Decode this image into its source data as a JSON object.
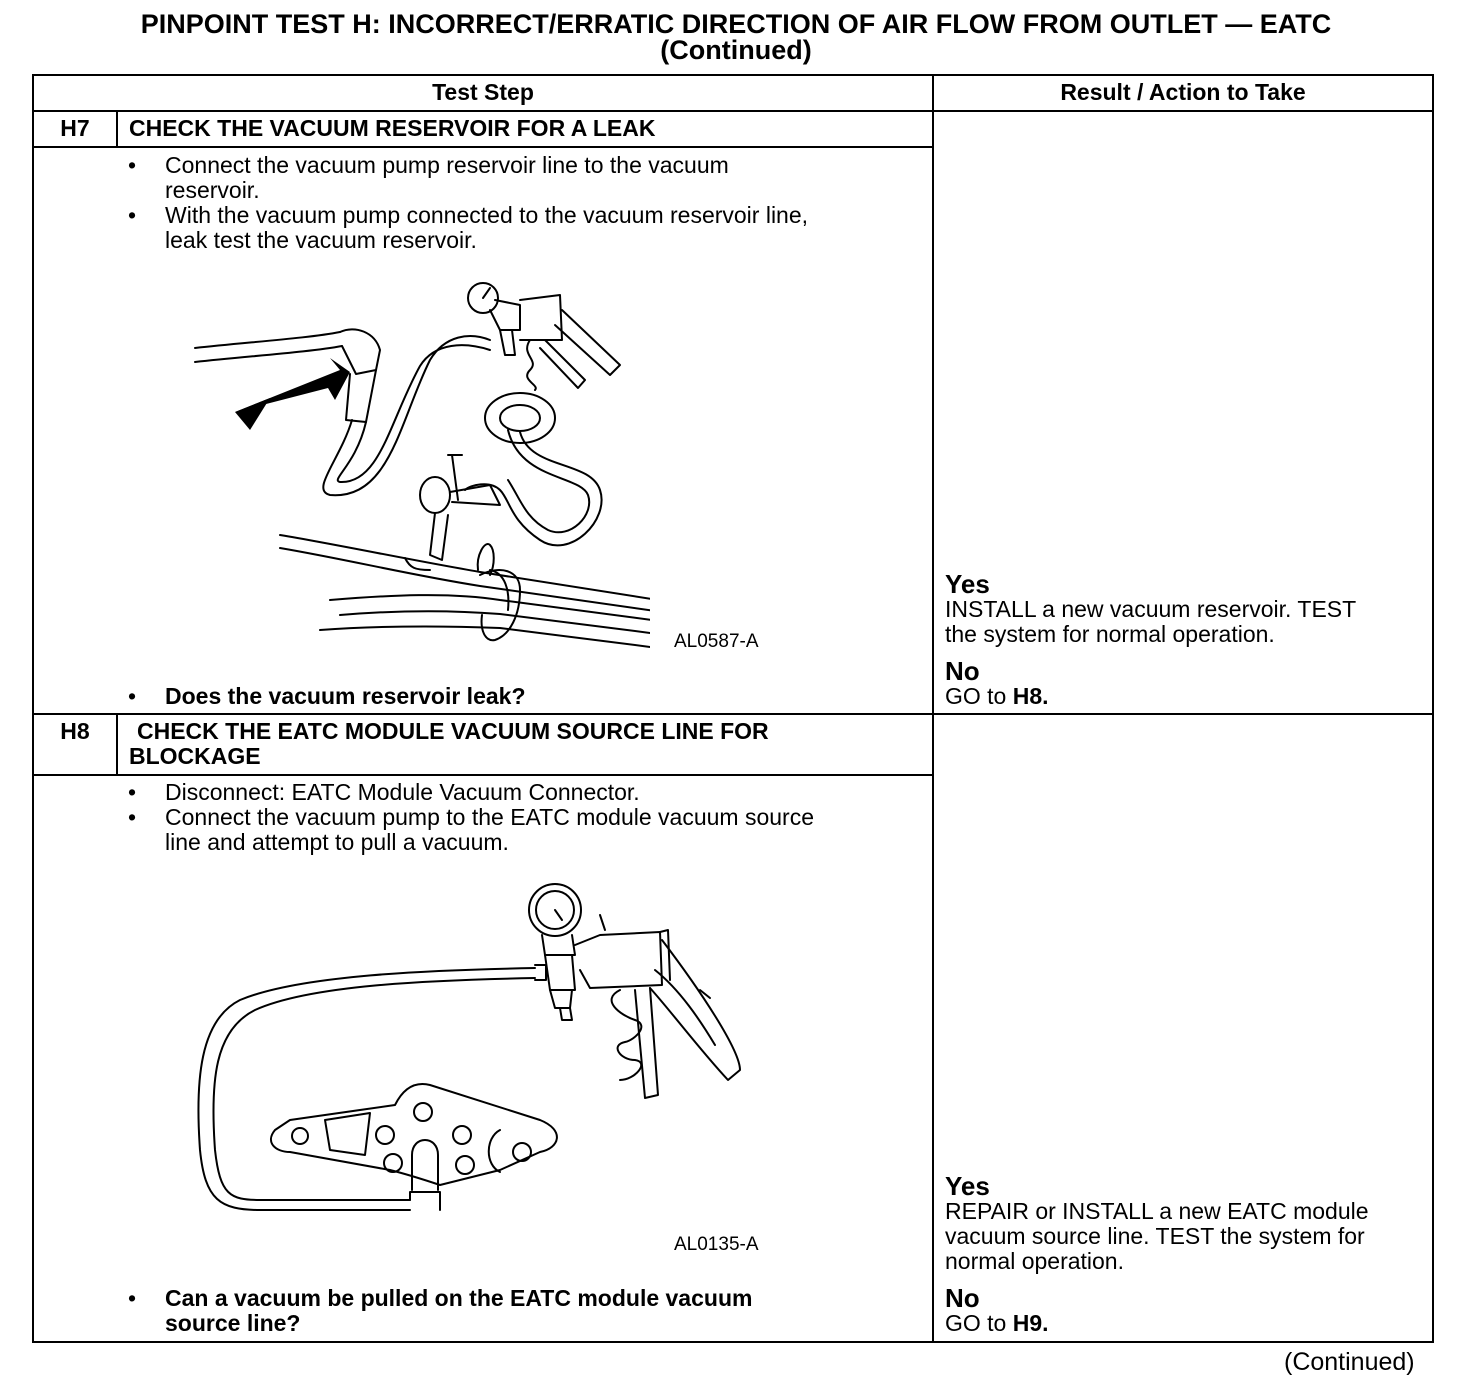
{
  "title": "PINPOINT TEST  H: INCORRECT/ERRATIC DIRECTION OF AIR FLOW FROM OUTLET — EATC",
  "subtitle": "(Continued)",
  "table": {
    "col_test_step": "Test Step",
    "col_result": "Result / Action to Take"
  },
  "steps": [
    {
      "id": "H7",
      "heading": "CHECK THE VACUUM RESERVOIR FOR A LEAK",
      "bullets": [
        [
          "Connect the vacuum pump reservoir line to the vacuum",
          "reservoir."
        ],
        [
          "With the vacuum pump connected to the vacuum reservoir line,",
          "leak test the vacuum reservoir."
        ]
      ],
      "figure_label": "AL0587-A",
      "question": "Does the vacuum reservoir leak?",
      "yes_label": "Yes",
      "yes_text": [
        "INSTALL a new vacuum reservoir. TEST",
        "the system for normal operation."
      ],
      "no_label": "No",
      "no_text_prefix": "GO to ",
      "no_target": "H8."
    },
    {
      "id": "H8",
      "heading": [
        "CHECK THE EATC MODULE VACUUM SOURCE LINE FOR",
        "BLOCKAGE"
      ],
      "bullets": [
        [
          "Disconnect: EATC Module Vacuum Connector."
        ],
        [
          "Connect the vacuum pump to the EATC module vacuum source",
          "line and attempt to pull a vacuum."
        ]
      ],
      "figure_label": "AL0135-A",
      "question": [
        "Can a vacuum be pulled on the EATC module vacuum",
        "source line?"
      ],
      "yes_label": "Yes",
      "yes_text": [
        "REPAIR or INSTALL a new EATC module",
        "vacuum source line. TEST the system for",
        "normal operation."
      ],
      "no_label": "No",
      "no_text_prefix": "GO to ",
      "no_target": "H9."
    }
  ],
  "bullet_char": "•",
  "footer": "(Continued)"
}
